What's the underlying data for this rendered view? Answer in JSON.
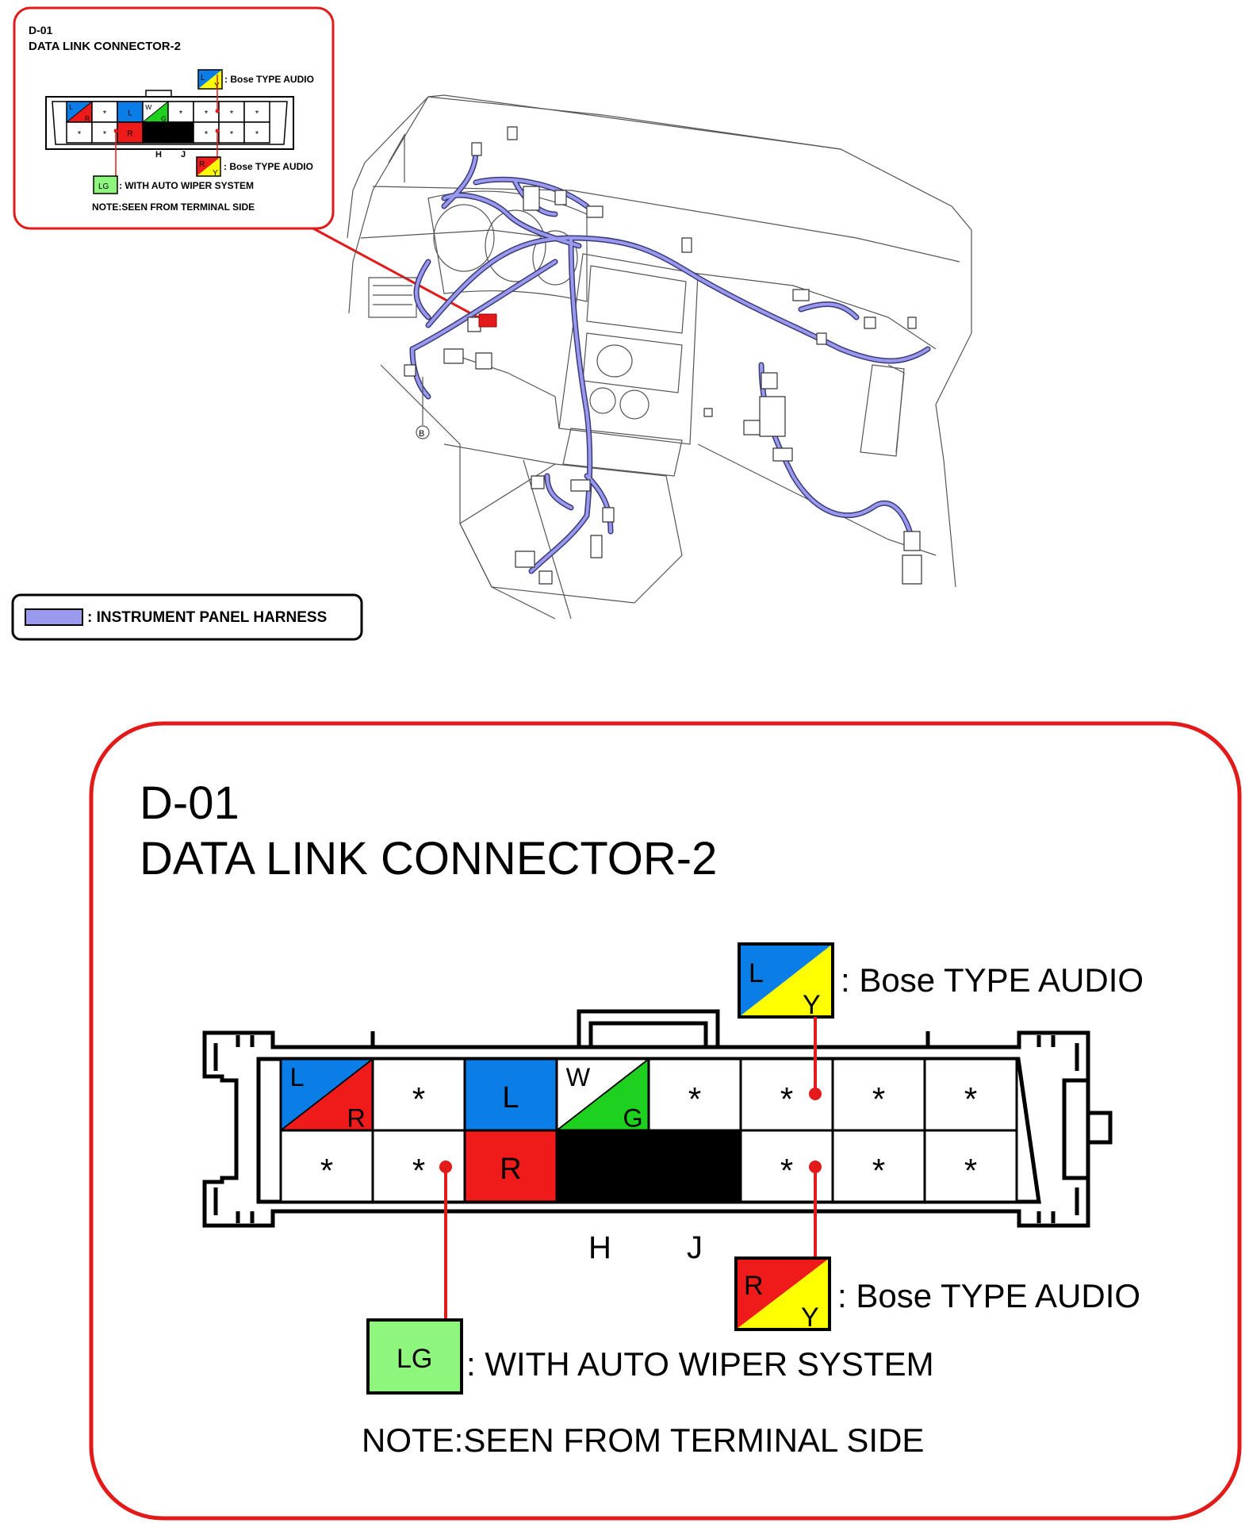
{
  "small_box": {
    "code": "D-01",
    "title": "DATA LINK CONNECTOR-2",
    "top_legend_colors": [
      "L",
      "Y"
    ],
    "top_legend_text": ": Bose TYPE AUDIO",
    "bottom_legend_colors": [
      "R",
      "Y"
    ],
    "bottom_legend_text": ": Bose TYPE AUDIO",
    "lg_legend_color": "LG",
    "lg_legend_text": ": WITH AUTO WIPER SYSTEM",
    "note": "NOTE:SEEN FROM TERMINAL SIDE",
    "pin_labels": [
      "H",
      "J"
    ]
  },
  "harness_legend": {
    "text": ": INSTRUMENT PANEL HARNESS",
    "color": "#9999ee"
  },
  "callout_label": "B",
  "large_box": {
    "code": "D-01",
    "title": "DATA LINK CONNECTOR-2",
    "top_legend_colors": [
      "L",
      "Y"
    ],
    "top_legend_text": ": Bose TYPE AUDIO",
    "bottom_legend_colors": [
      "R",
      "Y"
    ],
    "bottom_legend_text": ": Bose TYPE AUDIO",
    "lg_legend_color": "LG",
    "lg_legend_text": ": WITH AUTO WIPER SYSTEM",
    "note": "NOTE:SEEN FROM TERMINAL SIDE",
    "pin_labels": [
      "H",
      "J"
    ]
  },
  "connector": {
    "top_row": [
      {
        "type": "split",
        "a": "L",
        "b": "R"
      },
      {
        "type": "star",
        "a": "*"
      },
      {
        "type": "solid",
        "a": "L"
      },
      {
        "type": "split",
        "a": "W",
        "b": "G"
      },
      {
        "type": "star",
        "a": "*"
      },
      {
        "type": "star",
        "a": "*",
        "dot": true
      },
      {
        "type": "star",
        "a": "*"
      },
      {
        "type": "star",
        "a": "*"
      }
    ],
    "bottom_row": [
      {
        "type": "star",
        "a": "*"
      },
      {
        "type": "star",
        "a": "*",
        "dot": true
      },
      {
        "type": "solid",
        "a": "R"
      },
      {
        "type": "solid",
        "a": "B"
      },
      {
        "type": "solid",
        "a": "B"
      },
      {
        "type": "star",
        "a": "*",
        "dot": true
      },
      {
        "type": "star",
        "a": "*"
      },
      {
        "type": "star",
        "a": "*"
      }
    ]
  },
  "colors": {
    "L": "#0a7ee6",
    "R": "#ef1b1b",
    "W": "#ffffff",
    "G": "#1ed11e",
    "B": "#000000",
    "Y": "#ffff00",
    "LG": "#8ef57d",
    "frame": "#e21a1a",
    "harness": "#9999ee"
  }
}
